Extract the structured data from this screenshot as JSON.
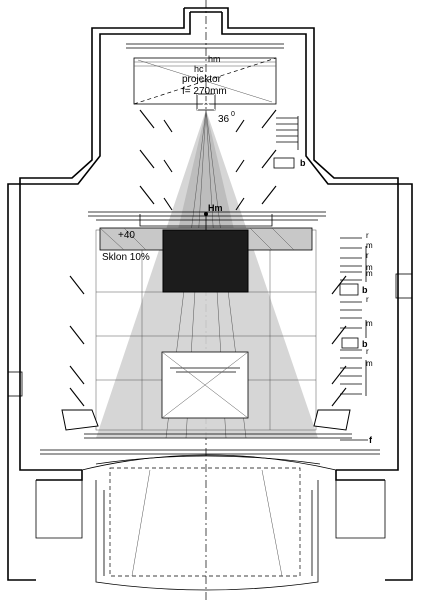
{
  "labels": {
    "hm_top": "hm",
    "hc": "hc",
    "projector": "projektor",
    "focal": "f= 270mm",
    "angle_value": "36",
    "angle_unit": "0",
    "screen_height": "Hm",
    "elevation": "+40",
    "slope": "Sklon 10%",
    "legend_b_top": "b",
    "legend_b_mid": "b",
    "legend_b_low": "b",
    "legend_f": "f"
  },
  "legend_side": {
    "letters": [
      "r",
      "m",
      "r",
      "m",
      "m",
      "r",
      "m",
      "r",
      "m"
    ]
  },
  "colors": {
    "cone_fill": "#d2d2d2",
    "cone_core": "#bdbdbd",
    "screen_fill": "#1c1c1c",
    "line": "#000000"
  }
}
